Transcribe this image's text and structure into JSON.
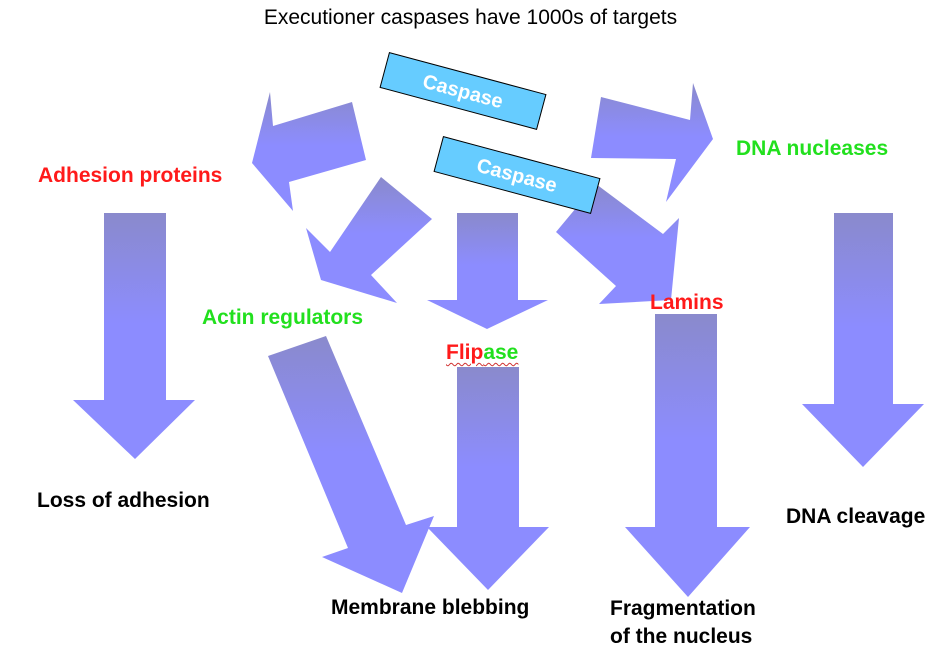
{
  "title": "Executioner caspases have 1000s of targets",
  "caspase_labels": [
    "Caspase",
    "Caspase"
  ],
  "targets": {
    "adhesion": "Adhesion proteins",
    "actin": "Actin regulators",
    "flipase_red": "Flip",
    "flipase_green": "ase",
    "lamins": "Lamins",
    "dna_nucleases": "DNA nucleases"
  },
  "outcomes": {
    "loss_of_adhesion": "Loss of adhesion",
    "membrane_blebbing": "Membrane blebbing",
    "fragmentation_line1": "Fragmentation",
    "fragmentation_line2": "of the nucleus",
    "dna_cleavage": "DNA cleavage"
  },
  "colors": {
    "arrow_top": "#8a8acc",
    "arrow_bottom": "#8c8cff",
    "caspase_box": "#66ccff",
    "red_label": "#ff1a1a",
    "green_label": "#22e01e"
  }
}
